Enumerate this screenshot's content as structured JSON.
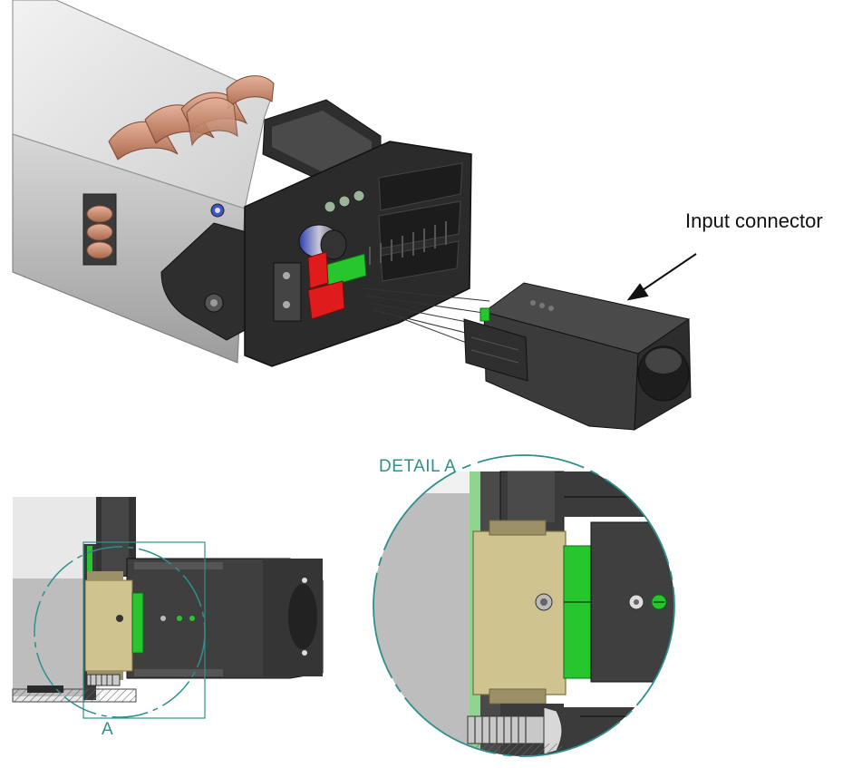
{
  "labels": {
    "callout": "Input connector",
    "detail_title": "DETAIL A",
    "section_marker": "A"
  },
  "colors": {
    "housing": "#d6d6d6",
    "bezel": "#2b2b2b",
    "connector_body": "#3b3b3b",
    "latch_green": "#28c62e",
    "red_block": "#e01b1b",
    "coil_copper": "#c98a6e",
    "insert_tan": "#cfc390",
    "detail_teal": "#2f8f8f"
  }
}
